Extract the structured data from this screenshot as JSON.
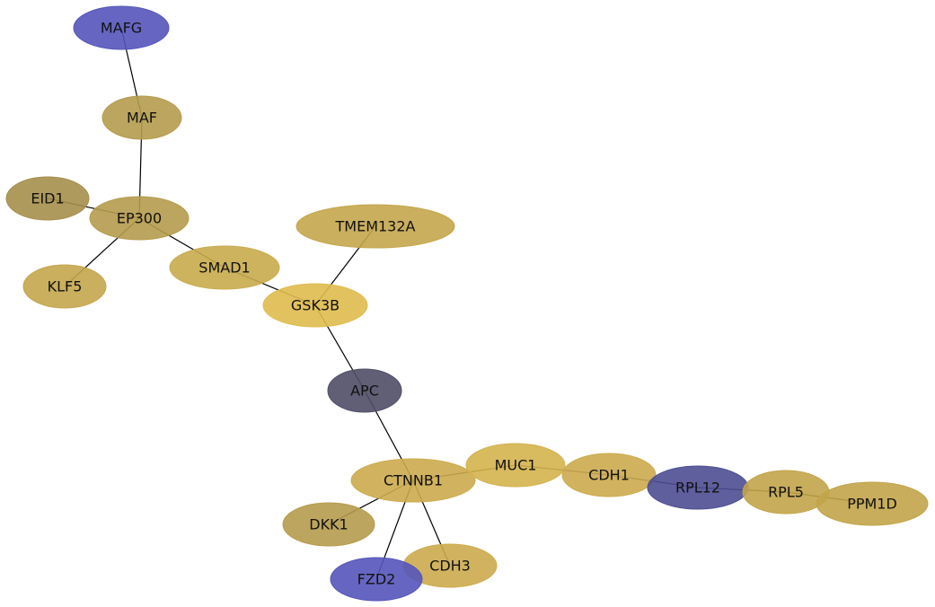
{
  "network": {
    "nodes": [
      {
        "id": "MAFG",
        "label": "MAFG",
        "color": "#5555bb"
      },
      {
        "id": "MAF",
        "label": "MAF",
        "color": "#b59b4d"
      },
      {
        "id": "EID1",
        "label": "EID1",
        "color": "#a68f4c"
      },
      {
        "id": "EP300",
        "label": "EP300",
        "color": "#b59b4d"
      },
      {
        "id": "KLF5",
        "label": "KLF5",
        "color": "#c4a64d"
      },
      {
        "id": "TMEM132A",
        "label": "TMEM132A",
        "color": "#c4a64d"
      },
      {
        "id": "SMAD1",
        "label": "SMAD1",
        "color": "#c9ab4e"
      },
      {
        "id": "GSK3B",
        "label": "GSK3B",
        "color": "#dfbb4e"
      },
      {
        "id": "APC",
        "label": "APC",
        "color": "#4f4e66"
      },
      {
        "id": "CTNNB1",
        "label": "CTNNB1",
        "color": "#ccab4e"
      },
      {
        "id": "MUC1",
        "label": "MUC1",
        "color": "#d4b24e"
      },
      {
        "id": "CDH1",
        "label": "CDH1",
        "color": "#ccab4e"
      },
      {
        "id": "RPL12",
        "label": "RPL12",
        "color": "#4e4e94"
      },
      {
        "id": "RPL5",
        "label": "RPL5",
        "color": "#c2a44a"
      },
      {
        "id": "PPM1D",
        "label": "PPM1D",
        "color": "#c2a44a"
      },
      {
        "id": "DKK1",
        "label": "DKK1",
        "color": "#b59b4d"
      },
      {
        "id": "CDH3",
        "label": "CDH3",
        "color": "#ccab4e"
      },
      {
        "id": "FZD2",
        "label": "FZD2",
        "color": "#5555bb"
      }
    ],
    "edges": [
      [
        "MAFG",
        "MAF"
      ],
      [
        "MAF",
        "EP300"
      ],
      [
        "EID1",
        "EP300"
      ],
      [
        "EP300",
        "KLF5"
      ],
      [
        "EP300",
        "SMAD1"
      ],
      [
        "SMAD1",
        "GSK3B"
      ],
      [
        "TMEM132A",
        "GSK3B"
      ],
      [
        "GSK3B",
        "APC"
      ],
      [
        "APC",
        "CTNNB1"
      ],
      [
        "CTNNB1",
        "MUC1"
      ],
      [
        "CTNNB1",
        "DKK1"
      ],
      [
        "CTNNB1",
        "FZD2"
      ],
      [
        "CTNNB1",
        "CDH3"
      ],
      [
        "MUC1",
        "CDH1"
      ],
      [
        "CDH1",
        "RPL12"
      ],
      [
        "RPL12",
        "RPL5"
      ],
      [
        "RPL5",
        "PPM1D"
      ]
    ]
  }
}
